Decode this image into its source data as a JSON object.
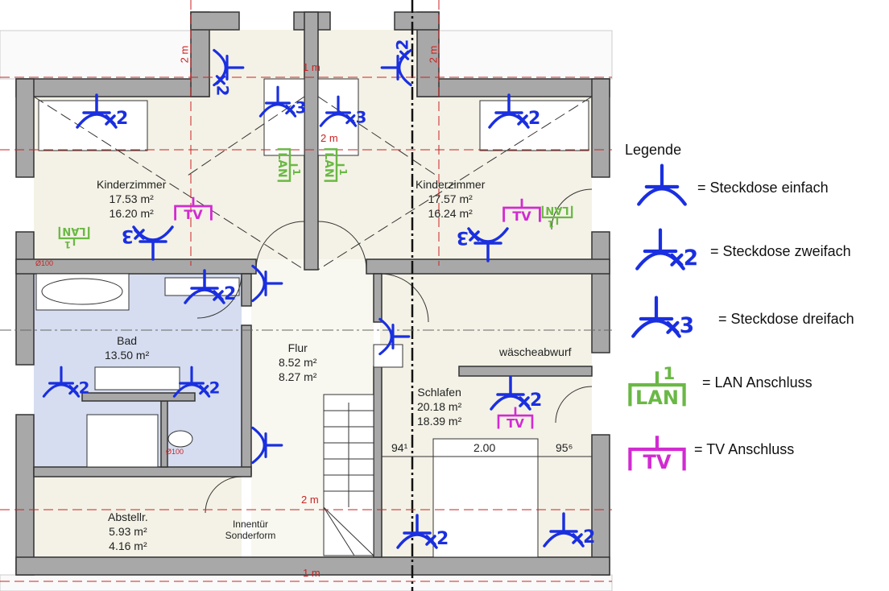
{
  "rooms": {
    "kinder_left": {
      "name": "Kinderzimmer",
      "area1": "17.53 m²",
      "area2": "16.20 m²"
    },
    "kinder_right": {
      "name": "Kinderzimmer",
      "area1": "17.57 m²",
      "area2": "16.24 m²"
    },
    "bad": {
      "name": "Bad",
      "area1": "13.50 m²"
    },
    "flur": {
      "name": "Flur",
      "area1": "8.52 m²",
      "area2": "8.27 m²"
    },
    "schlafen": {
      "name": "Schlafen",
      "area1": "20.18 m²",
      "area2": "18.39 m²"
    },
    "abstell": {
      "name": "Abstellr.",
      "area1": "5.93 m²",
      "area2": "4.16 m²"
    }
  },
  "annotations": {
    "door_special": "Innentür Sonderform",
    "laundry_chute": "wäscheabwurf",
    "pipe": "Ø100"
  },
  "dimensions": {
    "two_m": "2 m",
    "one_m": "1 m",
    "bed_left": "94¹",
    "bed_width": "2.00",
    "bed_right": "95⁶"
  },
  "marks": {
    "two": "2",
    "three": "3",
    "lan": "LAN",
    "one": "1",
    "tv": "TV"
  },
  "legend": {
    "title": "Legende",
    "items": [
      {
        "label": "= Steckdose einfach"
      },
      {
        "label": "= Steckdose zweifach"
      },
      {
        "label": "= Steckdose dreifach"
      },
      {
        "label": "= LAN Anschluss"
      },
      {
        "label": "= TV Anschluss"
      }
    ]
  },
  "colors": {
    "socket": "#1a2fe0",
    "lan": "#6ab845",
    "tv": "#d22ad2",
    "wall": "#a8a8a8",
    "dim": "#cc2222"
  }
}
